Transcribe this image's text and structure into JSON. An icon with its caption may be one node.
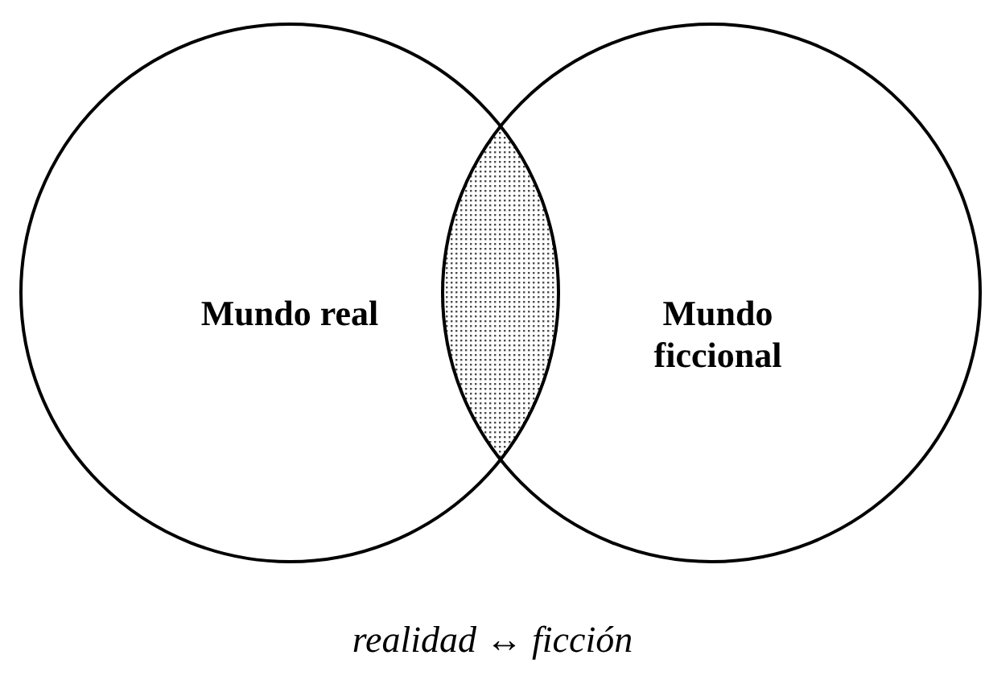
{
  "diagram": {
    "caption": "realidad ↔ ficción",
    "nodes": [
      {
        "text": [
          "Mundo real"
        ]
      },
      {
        "text": [
          "Mundo ficcional"
        ]
      },
      {
        "text": [],
        "shape": "lens"
      }
    ],
    "edges": []
  }
}
